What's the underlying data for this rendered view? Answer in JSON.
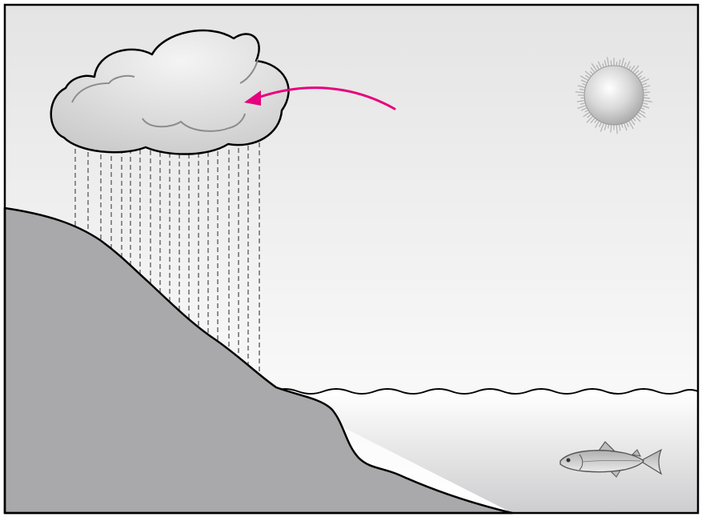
{
  "diagram": {
    "subject": "water cycle",
    "elements": [
      "sky",
      "cloud",
      "rain",
      "hill",
      "water",
      "fish",
      "sun",
      "arrow"
    ],
    "colors": {
      "outline": "#000000",
      "sky_top": "#e4e4e4",
      "sky_bottom": "#ffffff",
      "hill": "#a9a9ab",
      "water_top": "#ffffff",
      "water_bottom": "#cdcdcf",
      "cloud_light": "#f4f4f4",
      "cloud_dark": "#c8c8c8",
      "rain": "#8c8c8c",
      "arrow": "#e6007e",
      "sun_light": "#ffffff",
      "sun_dark": "#a8a8a8"
    },
    "icons": {
      "sun": "sun-icon",
      "fish": "fish-icon",
      "arrow": "arrow-icon"
    }
  }
}
